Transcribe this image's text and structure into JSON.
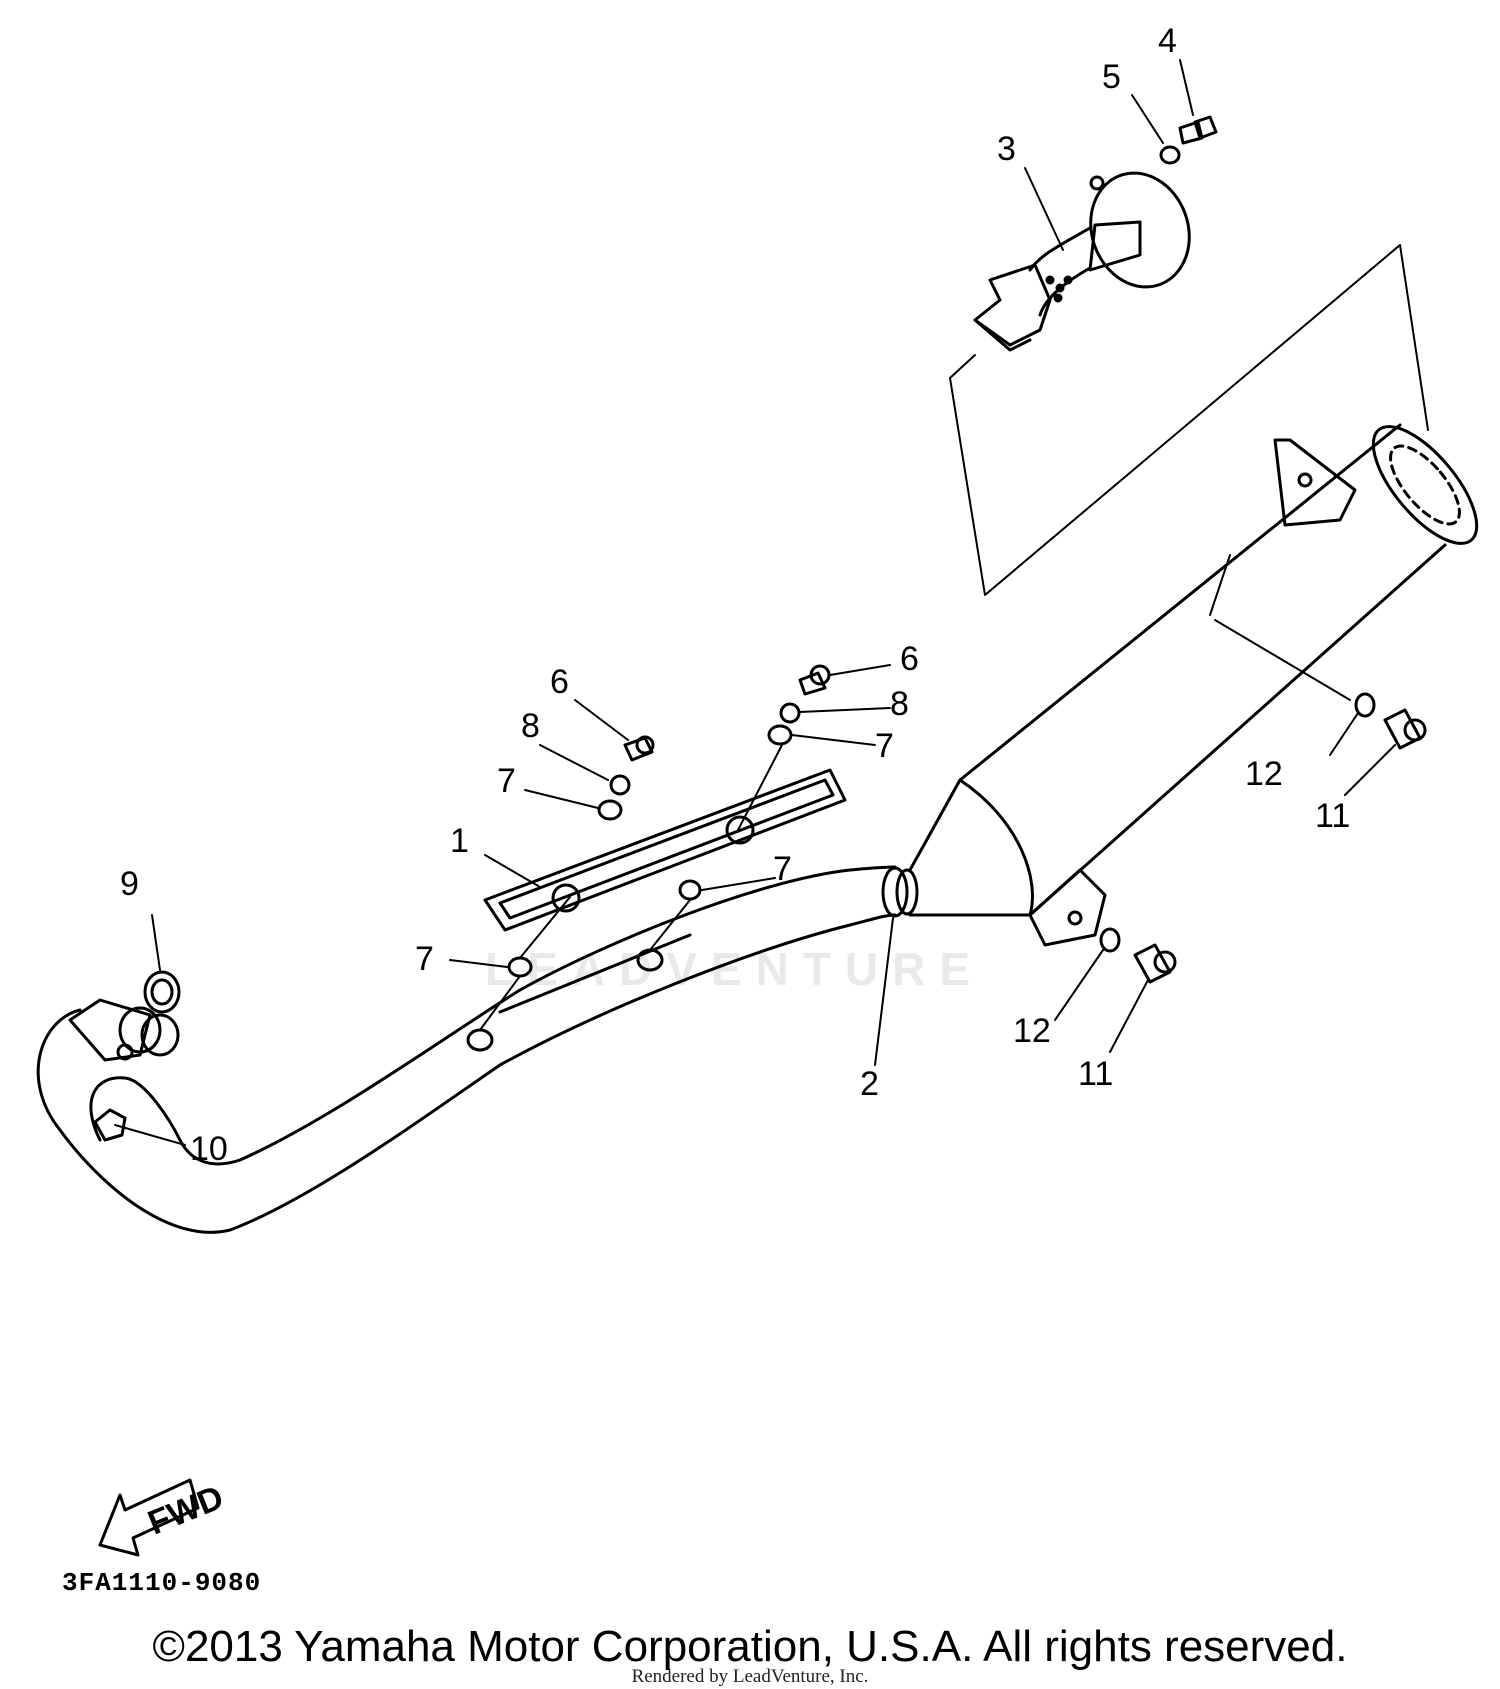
{
  "diagram": {
    "callouts": [
      {
        "id": "c4",
        "label": "4"
      },
      {
        "id": "c5",
        "label": "5"
      },
      {
        "id": "c3",
        "label": "3"
      },
      {
        "id": "c6a",
        "label": "6"
      },
      {
        "id": "c8a",
        "label": "8"
      },
      {
        "id": "c7a",
        "label": "7"
      },
      {
        "id": "c6b",
        "label": "6"
      },
      {
        "id": "c8b",
        "label": "8"
      },
      {
        "id": "c7b",
        "label": "7"
      },
      {
        "id": "c1",
        "label": "1"
      },
      {
        "id": "c7c",
        "label": "7"
      },
      {
        "id": "c7d",
        "label": "7"
      },
      {
        "id": "c9",
        "label": "9"
      },
      {
        "id": "c2",
        "label": "2"
      },
      {
        "id": "c12a",
        "label": "12"
      },
      {
        "id": "c11a",
        "label": "11"
      },
      {
        "id": "c12b",
        "label": "12"
      },
      {
        "id": "c11b",
        "label": "11"
      },
      {
        "id": "c10",
        "label": "10"
      }
    ],
    "fwd_label": "FWD",
    "watermark": "LEADVENTURE",
    "drawing_code": "3FA1110-9080"
  },
  "footer": {
    "copyright": "©2013 Yamaha Motor Corporation, U.S.A. All rights reserved.",
    "rendered_by": "Rendered by LeadVenture, Inc."
  }
}
